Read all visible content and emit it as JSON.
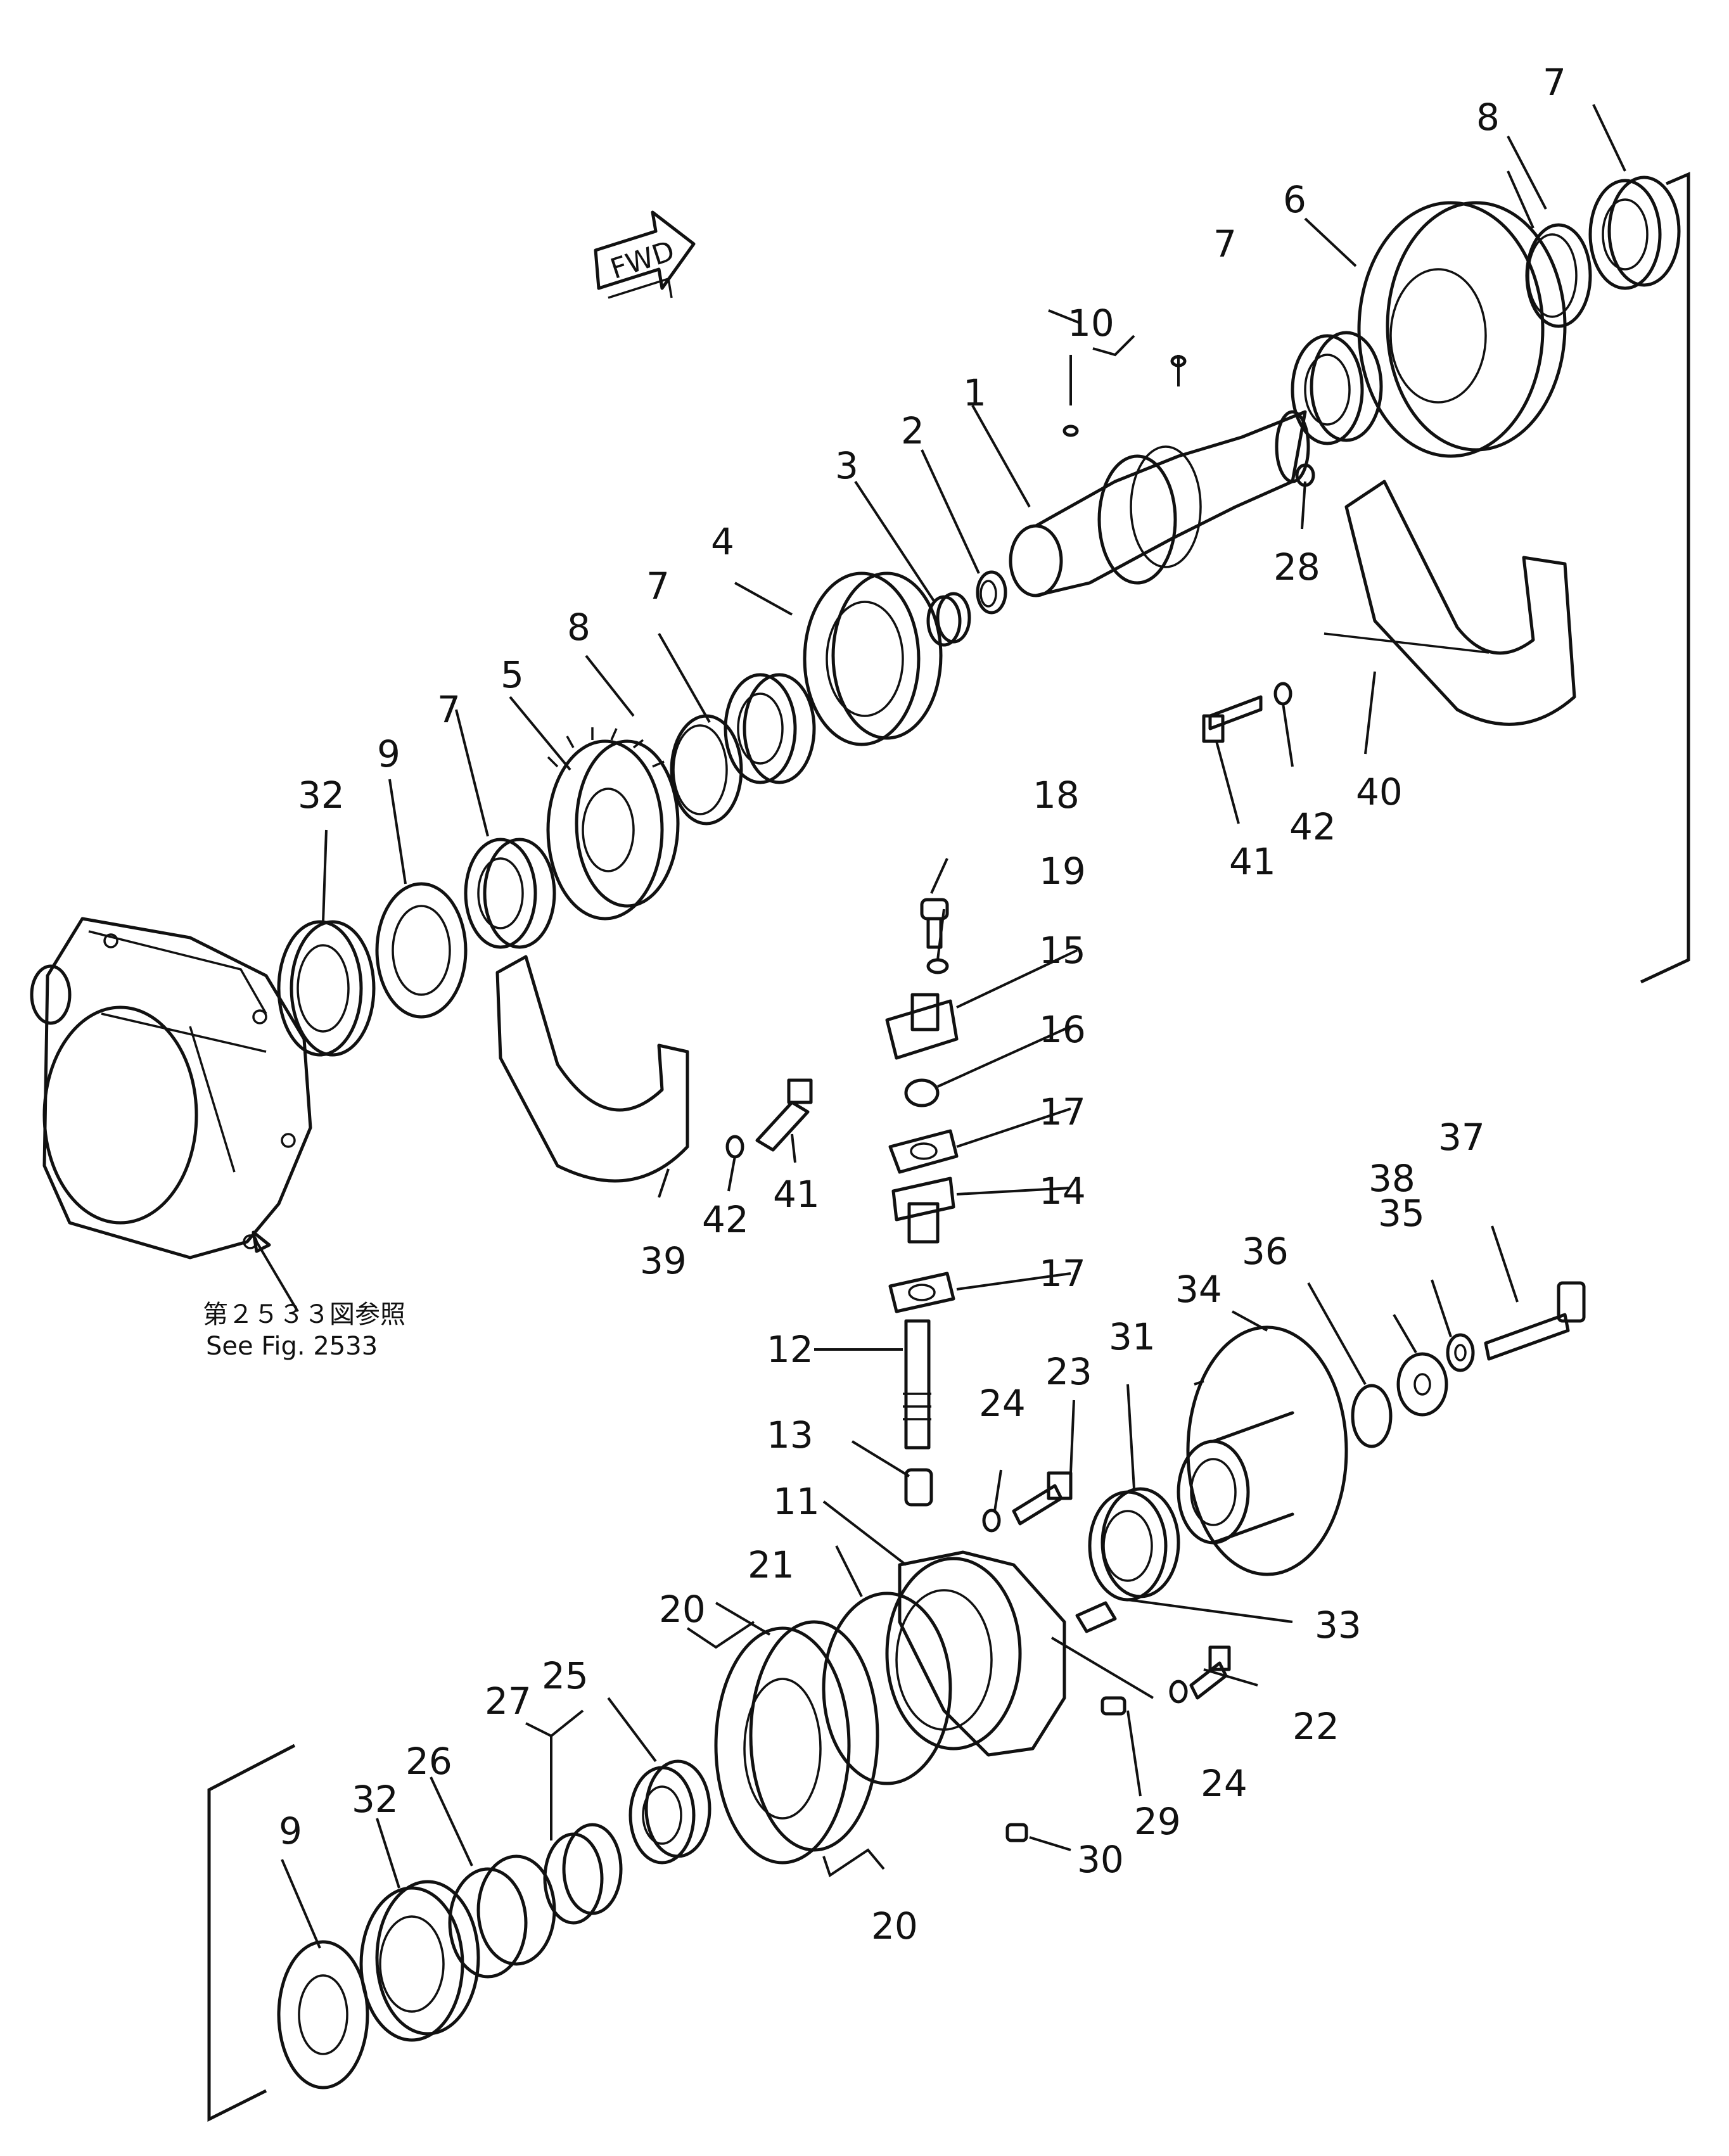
{
  "fwd_label": "FWD",
  "reference_note": {
    "line1": "第２５３３図参照",
    "line2": "See Fig. 2533"
  },
  "callouts": [
    "1",
    "2",
    "3",
    "4",
    "5",
    "6",
    "7",
    "7",
    "7",
    "7",
    "8",
    "8",
    "9",
    "9",
    "10",
    "11",
    "12",
    "13",
    "14",
    "15",
    "16",
    "17",
    "17",
    "18",
    "19",
    "20",
    "20",
    "21",
    "22",
    "23",
    "24",
    "24",
    "25",
    "26",
    "27",
    "28",
    "29",
    "30",
    "31",
    "32",
    "32",
    "33",
    "34",
    "35",
    "36",
    "37",
    "38",
    "39",
    "40",
    "41",
    "41",
    "42",
    "42"
  ]
}
